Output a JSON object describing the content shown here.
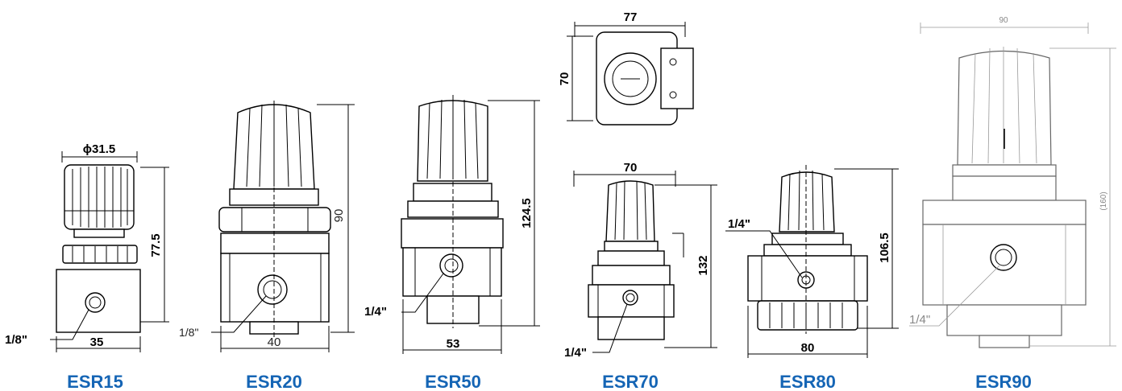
{
  "colors": {
    "model_label": "#1565b5",
    "line": "#000000",
    "light_line": "#999999"
  },
  "products": [
    {
      "model": "ESR15",
      "dims": {
        "width": "35",
        "diameter": "ϕ31.5",
        "height": "77.5",
        "port": "1/8\""
      }
    },
    {
      "model": "ESR20",
      "dims": {
        "width": "40",
        "height": "90",
        "port": "1/8\""
      }
    },
    {
      "model": "ESR50",
      "dims": {
        "width": "53",
        "height": "124.5",
        "port": "1/4\""
      }
    },
    {
      "model": "ESR70",
      "dims": {
        "top_width": "77",
        "top_height": "70",
        "width": "70",
        "height": "132",
        "port": "1/4\""
      }
    },
    {
      "model": "ESR80",
      "dims": {
        "width": "80",
        "height": "106.5",
        "port": "1/4\""
      }
    },
    {
      "model": "ESR90",
      "dims": {
        "width": "90",
        "height": "(160)",
        "port": "1/4\""
      }
    }
  ]
}
